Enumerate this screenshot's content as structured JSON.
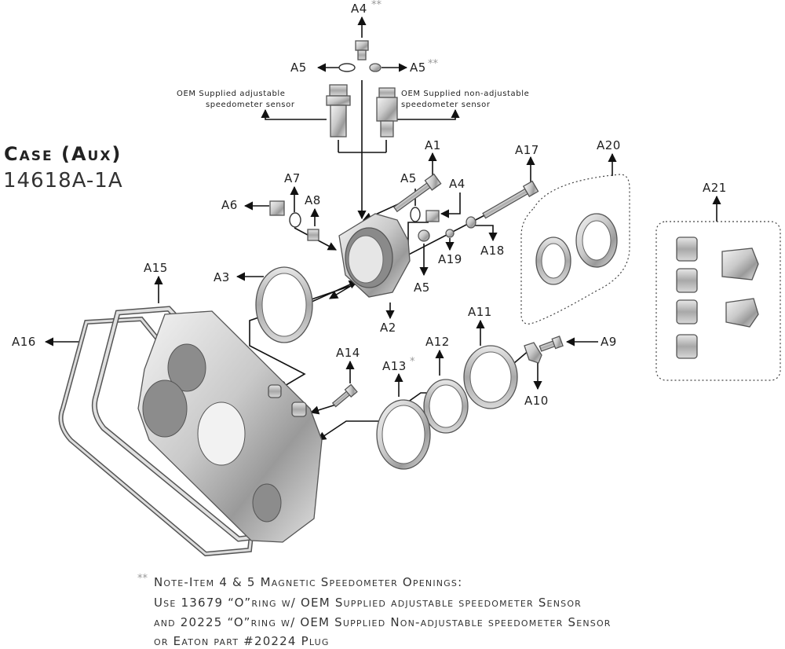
{
  "title": "Case (Aux)",
  "part_number": "14618A-1A",
  "sensors": {
    "adjustable_line1": "OEM Supplied adjustable",
    "adjustable_line2": "speedometer sensor",
    "nonadjustable_line1": "OEM Supplied non-adjustable",
    "nonadjustable_line2": "speedometer sensor"
  },
  "labels": {
    "A1": "A1",
    "A2": "A2",
    "A3": "A3",
    "A4": "A4",
    "A5": "A5",
    "A6": "A6",
    "A7": "A7",
    "A8": "A8",
    "A9": "A9",
    "A10": "A10",
    "A11": "A11",
    "A12": "A12",
    "A13": "A13",
    "A14": "A14",
    "A15": "A15",
    "A16": "A16",
    "A17": "A17",
    "A18": "A18",
    "A19": "A19",
    "A20": "A20",
    "A21": "A21"
  },
  "stars": {
    "double": "**",
    "single": "*"
  },
  "note": {
    "prefix": "**",
    "line1": "Note-Item 4 & 5 Magnetic Speedometer Openings:",
    "line2": "Use 13679 “O”ring w/ OEM Supplied adjustable speedometer Sensor",
    "line3": "and 20225 “O”ring w/ OEM Supplied Non-adjustable speedometer Sensor",
    "line4": "or Eaton part #20224 Plug"
  }
}
